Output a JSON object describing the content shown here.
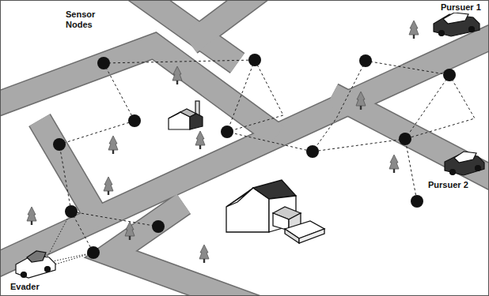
{
  "diagram": {
    "labels": [
      "Sensor Nodes",
      "Pursuer 1",
      "Pursuer 2",
      "Evader"
    ]
  }
}
